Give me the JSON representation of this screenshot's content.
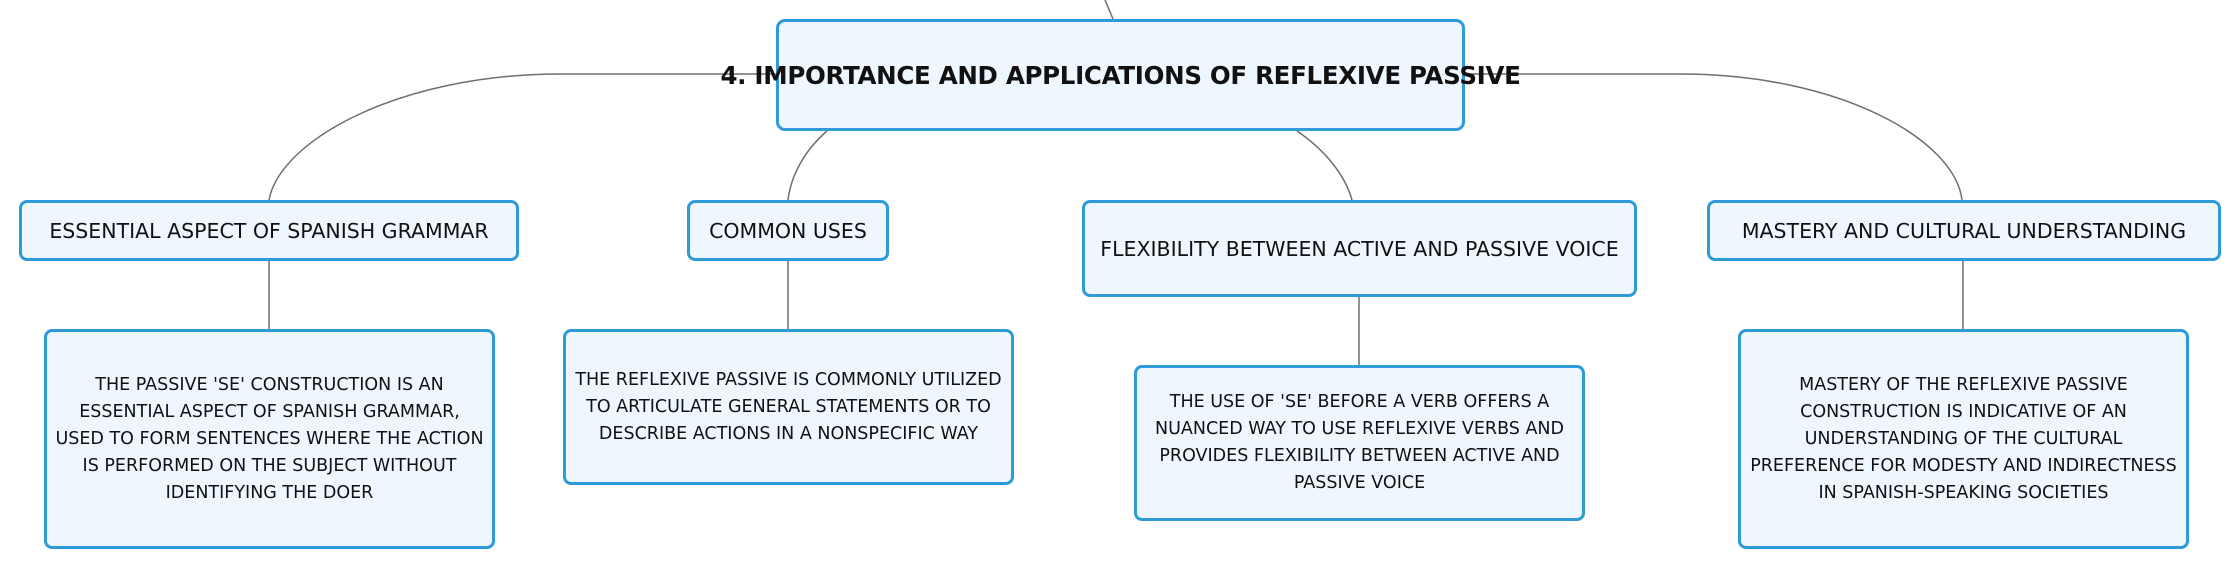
{
  "root": {
    "label": "4. IMPORTANCE AND APPLICATIONS OF REFLEXIVE PASSIVE"
  },
  "branches": [
    {
      "label": "ESSENTIAL ASPECT OF SPANISH GRAMMAR",
      "detail": "THE PASSIVE 'SE' CONSTRUCTION IS AN ESSENTIAL ASPECT OF SPANISH GRAMMAR, USED TO FORM SENTENCES WHERE THE ACTION IS PERFORMED ON THE SUBJECT WITHOUT IDENTIFYING THE DOER"
    },
    {
      "label": "COMMON USES",
      "detail": "THE REFLEXIVE PASSIVE IS COMMONLY UTILIZED TO ARTICULATE GENERAL STATEMENTS OR TO DESCRIBE ACTIONS IN A NONSPECIFIC WAY"
    },
    {
      "label": "FLEXIBILITY BETWEEN ACTIVE AND PASSIVE VOICE",
      "detail": "THE USE OF 'SE' BEFORE A VERB OFFERS A NUANCED WAY TO USE REFLEXIVE VERBS AND PROVIDES FLEXIBILITY BETWEEN ACTIVE AND PASSIVE VOICE"
    },
    {
      "label": "MASTERY AND CULTURAL UNDERSTANDING",
      "detail": "MASTERY OF THE REFLEXIVE PASSIVE CONSTRUCTION IS INDICATIVE OF AN UNDERSTANDING OF THE CULTURAL PREFERENCE FOR MODESTY AND INDIRECTNESS IN SPANISH-SPEAKING SOCIETIES"
    }
  ],
  "colors": {
    "node_border": "#2e9ad8",
    "node_fill": "#eef7fd",
    "connector": "#6e6e6e",
    "text": "#111111"
  }
}
